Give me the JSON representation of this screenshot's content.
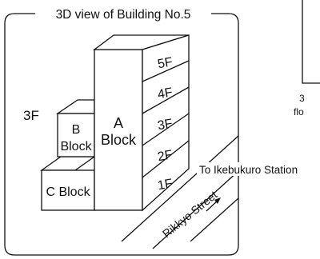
{
  "frame": {
    "title": "3D view of Building No.5"
  },
  "buildings": {
    "a_block": {
      "line1": "A",
      "line2": "Block"
    },
    "b_block": {
      "line1": "B",
      "line2": "Block"
    },
    "c_block": {
      "label": "C Block"
    },
    "b_block_floors": "3F",
    "floors": [
      "5F",
      "4F",
      "3F",
      "2F",
      "1F"
    ]
  },
  "street": {
    "name": "Rikkyo Street",
    "direction_label": "To Ikebukuro Station"
  },
  "partial_panel": {
    "text_line1": "3",
    "text_line2": "flo"
  }
}
